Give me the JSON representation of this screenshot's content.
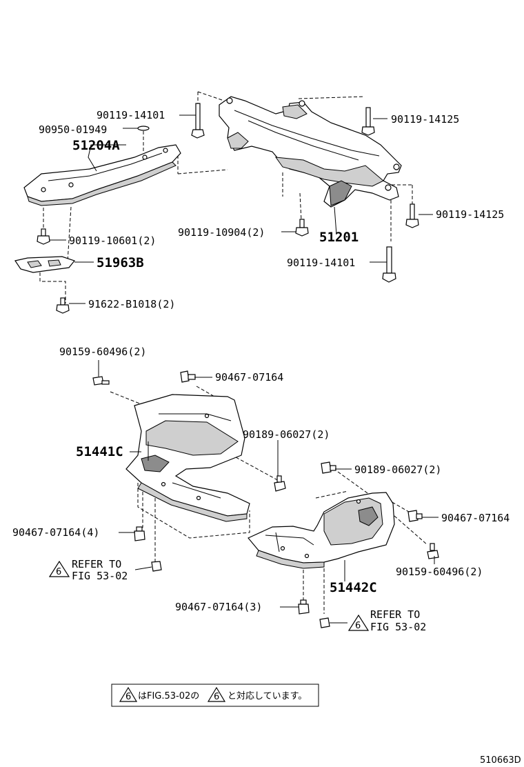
{
  "labels": {
    "p1": "90119-14101",
    "p2": "90950-01949",
    "p3": "51204A",
    "p4": "90119-14125",
    "p5": "90119-14125",
    "p6": "90119-10904(2)",
    "p7": "51201",
    "p8": "90119-10601(2)",
    "p9": "51963B",
    "p10": "90119-14101",
    "p11": "91622-B1018(2)",
    "p12": "90159-60496(2)",
    "p13": "90467-07164",
    "p14": "90189-06027(2)",
    "p15": "51441C",
    "p16": "90189-06027(2)",
    "p17": "90467-07164",
    "p18": "90467-07164(4)",
    "p19": "90159-60496(2)",
    "p20": "51442C",
    "p21": "90467-07164(3)"
  },
  "refs": {
    "r1": {
      "num": "6",
      "line1": "REFER TO",
      "line2": "FIG 53-02"
    },
    "r2": {
      "num": "6",
      "line1": "REFER TO",
      "line2": "FIG 53-02"
    }
  },
  "note": {
    "num1": "6",
    "num2": "6",
    "text1": "はFIG.53-02の",
    "text2": "と対応しています。"
  },
  "figure_code": "510663D"
}
